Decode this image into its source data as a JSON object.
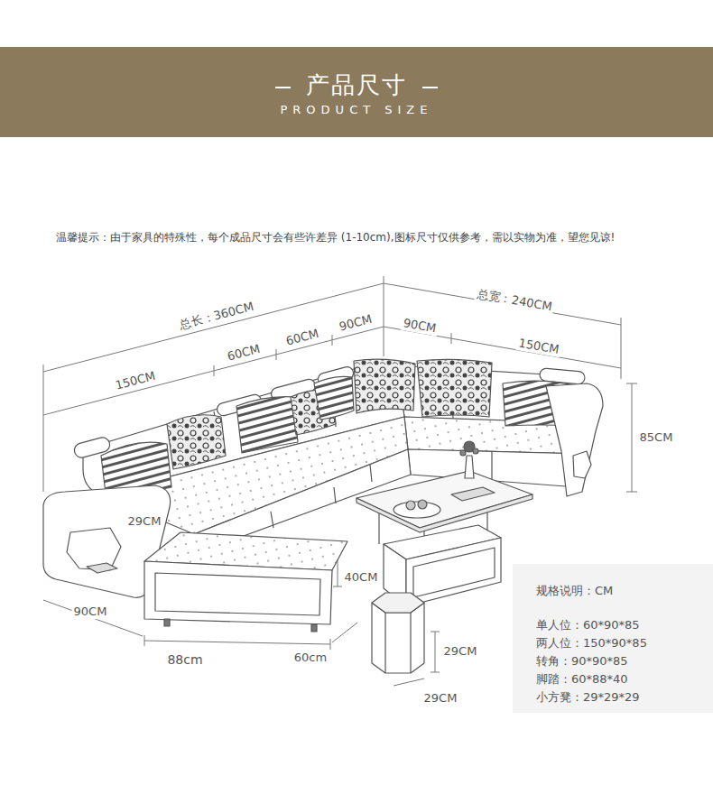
{
  "diagram": {
    "title": "产品尺寸",
    "nodes": [
      {
        "text": [
          "规格说明：CM",
          "单人位：60*90*85",
          "两人位：150*90*85",
          "转角：90*90*85",
          "脚踏：60*88*40",
          "小方凳：29*29*29"
        ]
      }
    ],
    "labels": [
      "PRODUCT SIZE",
      "温馨提示：由于家具的特殊性，每个成品尺寸会有些许差异 (1-10cm),图标尺寸仅供参考，需以实物为准，望您见谅!",
      "总长：360CM",
      "150CM",
      "60CM",
      "60CM",
      "90CM",
      "总宽：240CM",
      "90CM",
      "150CM",
      "85CM",
      "29CM",
      "40CM",
      "90CM",
      "88cm",
      "60cm",
      "29CM",
      "29CM"
    ]
  }
}
